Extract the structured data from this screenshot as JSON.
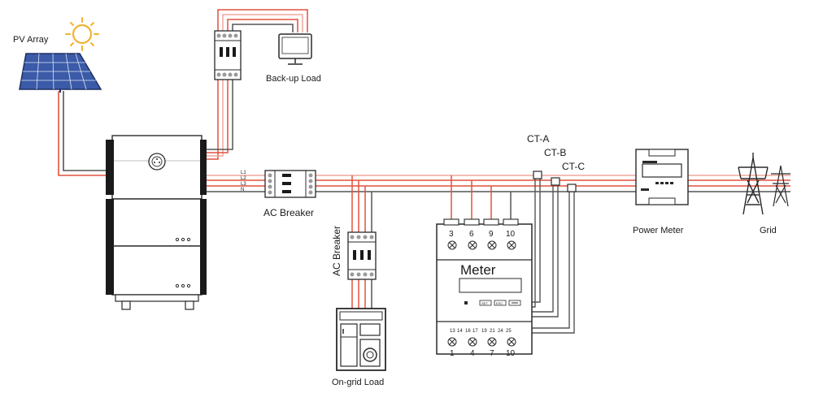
{
  "labels": {
    "pv_array": "PV Array",
    "backup_load": "Back-up Load",
    "ac_breaker_main": "AC Breaker",
    "ac_breaker_vertical": "AC Breaker",
    "ongrid_load": "On-grid Load",
    "power_meter": "Power Meter",
    "grid": "Grid",
    "ct_a": "CT-A",
    "ct_b": "CT-B",
    "ct_c": "CT-C"
  },
  "line_labels": [
    "L1",
    "L2",
    "L3",
    "N"
  ],
  "meter": {
    "title": "Meter",
    "top_terminals": [
      "3",
      "6",
      "9",
      "10"
    ],
    "bottom_terminals": [
      "1",
      "4",
      "7",
      "10"
    ],
    "small_terminals": [
      "13",
      "14",
      "16",
      "17",
      "19",
      "21",
      "24",
      "25"
    ],
    "buttons": [
      "SET",
      "ESC",
      ""
    ]
  },
  "colors": {
    "phase_line": "#e0523f",
    "line_pink": "#f0a79d",
    "neutral_line": "#555555",
    "device_outline": "#2a2a2a",
    "sun": "#f2b233",
    "panel_blue": "#3b5aa8"
  }
}
